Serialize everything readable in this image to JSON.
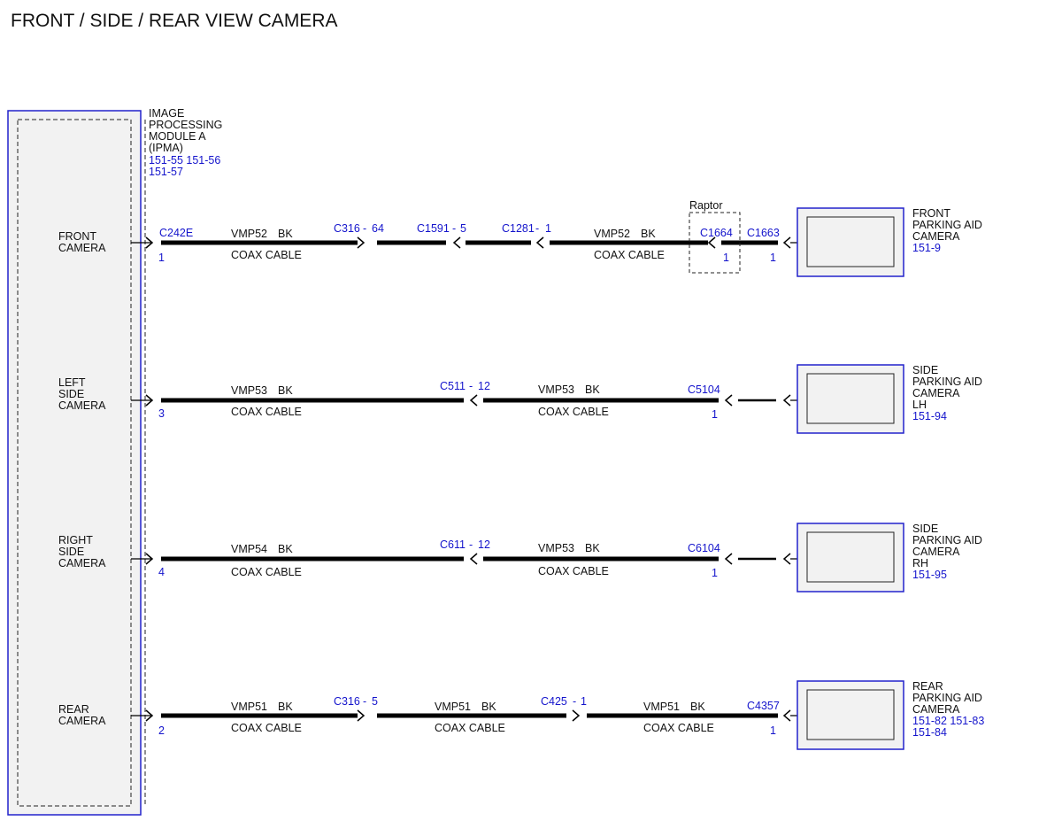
{
  "title": "FRONT / SIDE / REAR VIEW CAMERA",
  "module": {
    "name_lines": [
      "IMAGE",
      "PROCESSING",
      "MODULE A",
      "(IPMA)"
    ],
    "ref_lines": [
      "151-55  151-56",
      "151-57"
    ]
  },
  "colors": {
    "wire": "#000000",
    "reference": "#1414cc",
    "box_border": "#2222cc",
    "box_fill": "#f2f2f2"
  },
  "circuits": [
    {
      "id": "front",
      "module_label": [
        "FRONT",
        "CAMERA"
      ],
      "module_connector": "C242E",
      "module_pin": "1",
      "segments": [
        {
          "wire": "VMP52",
          "color": "BK",
          "cable": "COAX CABLE"
        },
        {
          "wire": "",
          "color": "",
          "cable": ""
        },
        {
          "wire": "",
          "color": "",
          "cable": ""
        },
        {
          "wire": "VMP52",
          "color": "BK",
          "cable": "COAX CABLE"
        }
      ],
      "inline_connectors": [
        {
          "name": "C316",
          "pin": "64"
        },
        {
          "name": "C1591",
          "pin": "5"
        },
        {
          "name": "C1281",
          "pin": "1"
        }
      ],
      "option": {
        "label": "Raptor",
        "connector": "C1664",
        "pin": "1"
      },
      "device_connector": "C1663",
      "device_pin": "1",
      "device_name": [
        "FRONT",
        "PARKING AID",
        "CAMERA"
      ],
      "device_refs": [
        "151-9"
      ]
    },
    {
      "id": "left",
      "module_label": [
        "LEFT",
        "SIDE",
        "CAMERA"
      ],
      "module_connector": "",
      "module_pin": "3",
      "segments": [
        {
          "wire": "VMP53",
          "color": "BK",
          "cable": "COAX CABLE"
        },
        {
          "wire": "VMP53",
          "color": "BK",
          "cable": "COAX CABLE"
        }
      ],
      "inline_connectors": [
        {
          "name": "C511",
          "pin": "12"
        }
      ],
      "device_connector": "C5104",
      "device_pin": "1",
      "device_name": [
        "SIDE",
        "PARKING AID",
        "CAMERA",
        "LH"
      ],
      "device_refs": [
        "151-94"
      ]
    },
    {
      "id": "right",
      "module_label": [
        "RIGHT",
        "SIDE",
        "CAMERA"
      ],
      "module_connector": "",
      "module_pin": "4",
      "segments": [
        {
          "wire": "VMP54",
          "color": "BK",
          "cable": "COAX CABLE"
        },
        {
          "wire": "VMP53",
          "color": "BK",
          "cable": "COAX CABLE"
        }
      ],
      "inline_connectors": [
        {
          "name": "C611",
          "pin": "12"
        }
      ],
      "device_connector": "C6104",
      "device_pin": "1",
      "device_name": [
        "SIDE",
        "PARKING AID",
        "CAMERA",
        "RH"
      ],
      "device_refs": [
        "151-95"
      ]
    },
    {
      "id": "rear",
      "module_label": [
        "REAR",
        "CAMERA"
      ],
      "module_connector": "",
      "module_pin": "2",
      "segments": [
        {
          "wire": "VMP51",
          "color": "BK",
          "cable": "COAX CABLE"
        },
        {
          "wire": "VMP51",
          "color": "BK",
          "cable": "COAX CABLE"
        },
        {
          "wire": "VMP51",
          "color": "BK",
          "cable": "COAX CABLE"
        }
      ],
      "inline_connectors": [
        {
          "name": "C316",
          "pin": "5"
        },
        {
          "name": "C425",
          "pin": "1"
        }
      ],
      "device_connector": "C4357",
      "device_pin": "1",
      "device_name": [
        "REAR",
        "PARKING AID",
        "CAMERA"
      ],
      "device_refs": [
        "151-82  151-83",
        "151-84"
      ]
    }
  ]
}
